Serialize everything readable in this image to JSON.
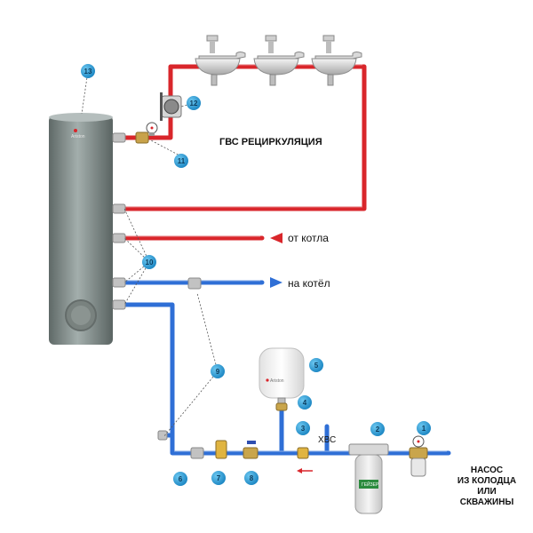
{
  "title": "ГВС РЕЦИРКУЛЯЦИЯ",
  "labels": {
    "from_boiler": "от котла",
    "to_boiler": "на котёл",
    "cold_water": "ХВС",
    "pump_line1": "НАСОС",
    "pump_line2": "ИЗ КОЛОДЦА",
    "pump_line3": "ИЛИ",
    "pump_line4": "СКВАЖИНЫ"
  },
  "brands": {
    "tank": "Ariston",
    "expansion": "Ariston",
    "filter": "ГЕЙЗЕР"
  },
  "callouts": [
    "1",
    "2",
    "3",
    "4",
    "5",
    "6",
    "7",
    "8",
    "9",
    "10",
    "11",
    "12",
    "13"
  ],
  "colors": {
    "hot_pipe": "#d9262b",
    "cold_pipe": "#2f6fd6",
    "callout_fill": "#1a9ad6",
    "tank_body": "#8a9593",
    "fitting": "#b9b9b9"
  }
}
